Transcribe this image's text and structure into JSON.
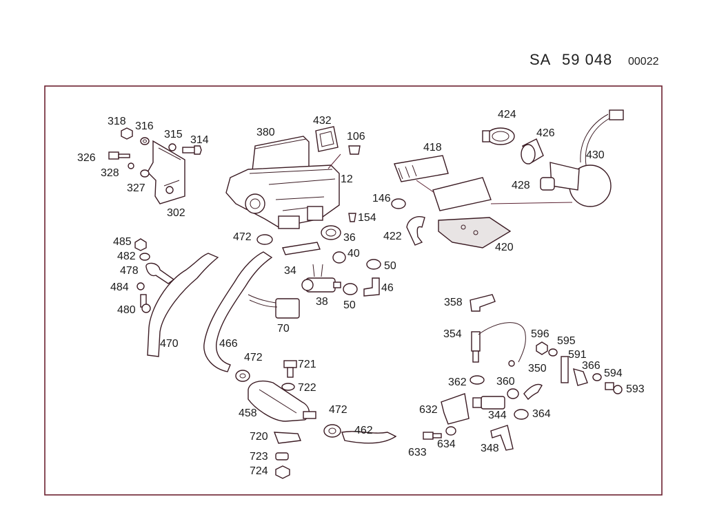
{
  "header": {
    "code": "SA",
    "number": "59 048",
    "sheet": "00022"
  },
  "callouts": [
    "318",
    "316",
    "315",
    "314",
    "326",
    "328",
    "327",
    "302",
    "380",
    "432",
    "106",
    "12",
    "424",
    "426",
    "430",
    "418",
    "428",
    "146",
    "154",
    "422",
    "420",
    "485",
    "482",
    "478",
    "484",
    "480",
    "472",
    "36",
    "34",
    "40",
    "50",
    "38",
    "50",
    "46",
    "70",
    "470",
    "466",
    "358",
    "354",
    "596",
    "595",
    "591",
    "366",
    "594",
    "593",
    "472",
    "721",
    "722",
    "362",
    "360",
    "350",
    "458",
    "472",
    "462",
    "632",
    "344",
    "364",
    "720",
    "723",
    "724",
    "633",
    "634",
    "348"
  ],
  "colors": {
    "frame": "#6b1f2e",
    "ink": "#1a1a1a",
    "parts": "#3a1a22"
  }
}
